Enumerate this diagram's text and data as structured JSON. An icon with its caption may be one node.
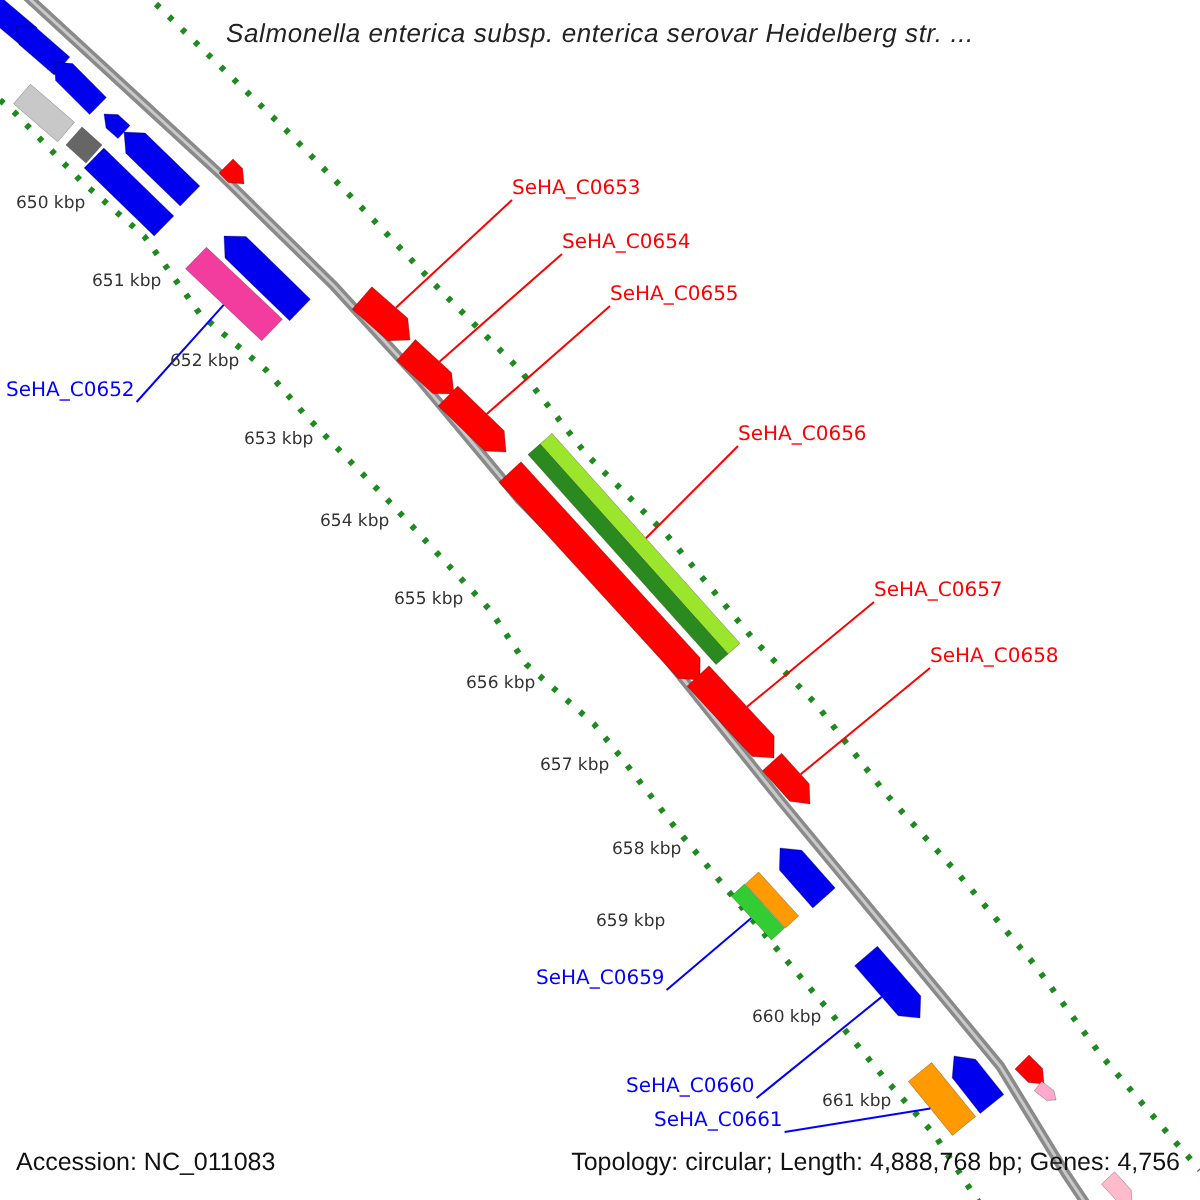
{
  "diagram": {
    "title": "Salmonella enterica subsp. enterica serovar Heidelberg str. ...",
    "nodes": [
      {
        "text": [
          "SeHA_C0653"
        ]
      },
      {
        "text": [
          "SeHA_C0654"
        ]
      },
      {
        "text": [
          "SeHA_C0655"
        ]
      },
      {
        "text": [
          "SeHA_C0652"
        ]
      },
      {
        "text": [
          "SeHA_C0656"
        ]
      },
      {
        "text": [
          "SeHA_C0657"
        ]
      },
      {
        "text": [
          "SeHA_C0658"
        ]
      },
      {
        "text": [
          "SeHA_C0659"
        ]
      },
      {
        "text": [
          "SeHA_C0660"
        ]
      },
      {
        "text": [
          "SeHA_C0661"
        ]
      },
      {
        "text": [],
        "shape": "bar"
      },
      {
        "text": [],
        "shape": "bar"
      },
      {
        "text": [],
        "shape": "bar"
      },
      {
        "text": [],
        "shape": "bar"
      },
      {
        "text": [],
        "shape": "bar"
      },
      {
        "text": [],
        "shape": "bar"
      },
      {
        "text": [],
        "shape": "bar"
      },
      {
        "text": [],
        "shape": "bar"
      },
      {
        "text": [],
        "shape": "bar"
      },
      {
        "text": [],
        "shape": "bar"
      },
      {
        "text": [],
        "shape": "bar"
      },
      {
        "text": [],
        "shape": "bar"
      },
      {
        "text": [],
        "shape": "bar"
      },
      {
        "text": [],
        "shape": "bar"
      },
      {
        "text": [],
        "shape": "bar"
      },
      {
        "text": [],
        "shape": "bar"
      },
      {
        "text": [],
        "shape": "bar"
      },
      {
        "text": [],
        "shape": "bar"
      },
      {
        "text": [],
        "shape": "bar"
      },
      {
        "text": [],
        "shape": "bar"
      },
      {
        "text": [],
        "shape": "bar"
      },
      {
        "text": [],
        "shape": "bar"
      },
      {
        "text": [],
        "shape": "bar"
      },
      {
        "text": [],
        "shape": "bar"
      },
      {
        "text": [],
        "shape": "bar"
      },
      {
        "text": [],
        "shape": "bar"
      },
      {
        "text": [],
        "shape": "bar"
      }
    ],
    "edges": [
      {
        "from": 0,
        "to": 21,
        "arrow": "none"
      },
      {
        "from": 1,
        "to": 22,
        "arrow": "none"
      },
      {
        "from": 2,
        "to": 23,
        "arrow": "none"
      },
      {
        "from": 3,
        "to": 20,
        "arrow": "none",
        "color": "#0000ff"
      },
      {
        "from": 4,
        "to": 24,
        "arrow": "none"
      },
      {
        "from": 5,
        "to": 26,
        "arrow": "none"
      },
      {
        "from": 6,
        "to": 27,
        "arrow": "none"
      },
      {
        "from": 7,
        "to": 30,
        "arrow": "none",
        "color": "#0000ff"
      },
      {
        "from": 8,
        "to": 31,
        "arrow": "none",
        "color": "#0000ff"
      },
      {
        "from": 9,
        "to": 34,
        "arrow": "none",
        "color": "#0000ff"
      }
    ],
    "labels": [
      "650 kbp",
      "651 kbp",
      "652 kbp",
      "653 kbp",
      "654 kbp",
      "655 kbp",
      "656 kbp",
      "657 kbp",
      "658 kbp",
      "659 kbp",
      "660 kbp",
      "661 kbp",
      "Accession: NC_011083",
      "Topology: circular; Length: 4,888,768 bp; Genes: 4,756"
    ]
  }
}
